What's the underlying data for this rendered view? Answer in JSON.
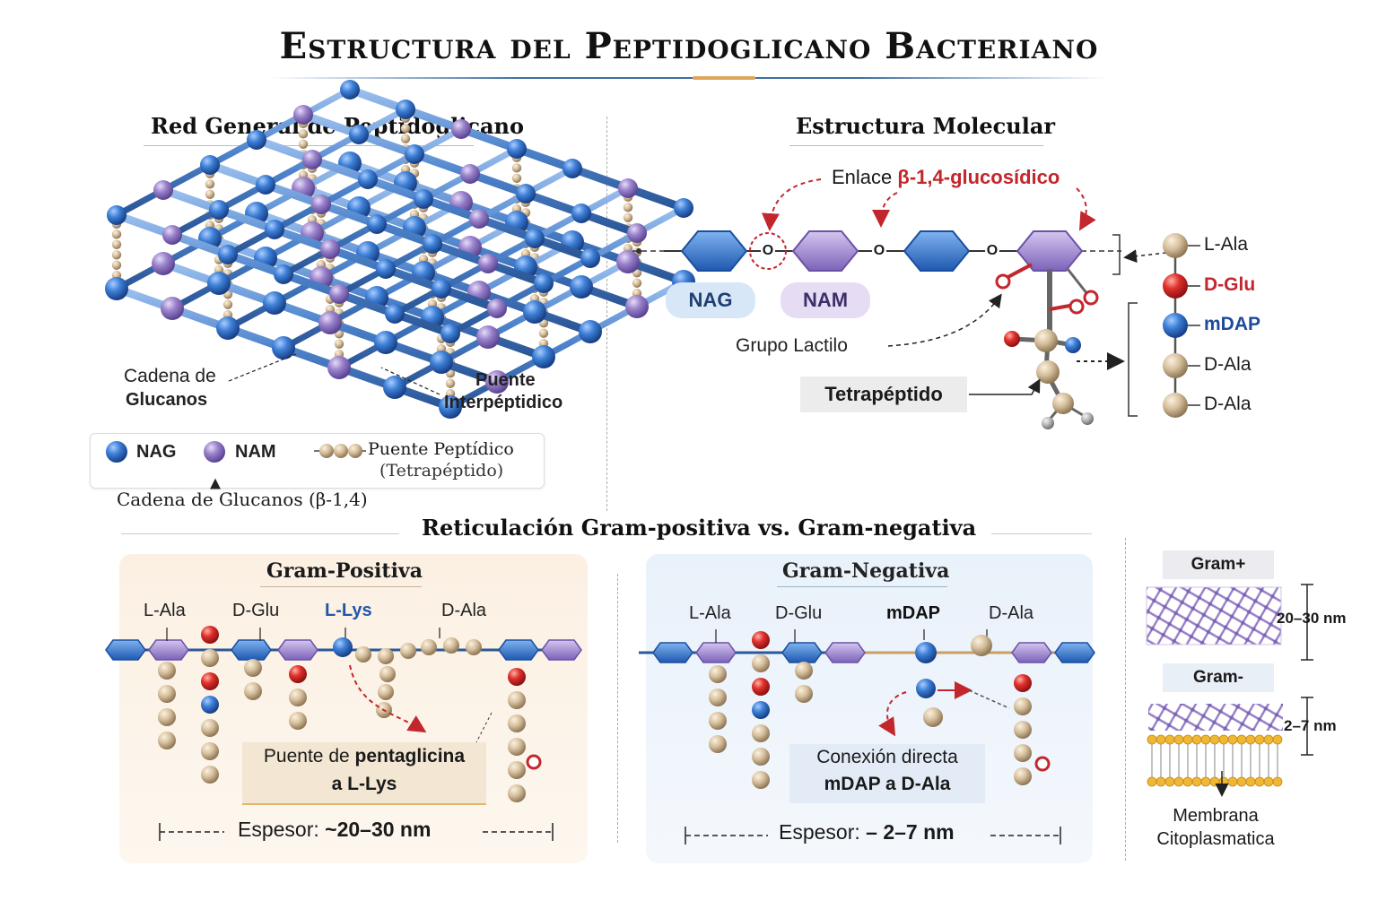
{
  "title": "Estructura del Peptidoglicano Bacteriano",
  "network": {
    "title": "Red General de Peptidoglicano",
    "label_glycan_1": "Cadena de",
    "label_glycan_2": "Glucanos",
    "label_bridge_1": "Puente",
    "label_bridge_2": "Interpéptidico",
    "legend": {
      "nag": "NAG",
      "nam": "NAM",
      "bridge_1": "Puente Peptídico",
      "bridge_2": "(Tetrapéptido)",
      "caption": "Cadena de Glucanos (β-1,4)"
    }
  },
  "molecular": {
    "title": "Estructura Molecular",
    "bond_prefix": "Enlace",
    "bond_name": "β-1,4-glucosídico",
    "nag": "NAG",
    "nam": "NAM",
    "lactyl": "Grupo Lactilo",
    "tetrapeptide": "Tetrapéptido",
    "o_symbol": "O",
    "chain": [
      {
        "label": "L-Ala",
        "color": "#d9c3a2"
      },
      {
        "label": "D-Glu",
        "color": "#d92b2b"
      },
      {
        "label": "mDAP",
        "color": "#2f64c4"
      },
      {
        "label": "D-Ala",
        "color": "#d9c3a2"
      },
      {
        "label": "D-Ala",
        "color": "#d9c3a2"
      }
    ]
  },
  "crosslink": {
    "title": "Reticulación Gram-positiva vs. Gram-negativa",
    "gram_pos": {
      "title": "Gram-Positiva",
      "labels": [
        "L-Ala",
        "D-Glu",
        "L-Lys",
        "D-Ala"
      ],
      "box_1a": "Puente de",
      "box_1b": "pentaglicina",
      "box_2": "a L-Lys",
      "thickness_prefix": "Espesor:",
      "thickness_value": "~20–30 nm"
    },
    "gram_neg": {
      "title": "Gram-Negativa",
      "labels": [
        "L-Ala",
        "D-Glu",
        "mDAP",
        "D-Ala"
      ],
      "box_1": "Conexión directa",
      "box_2": "mDAP a D-Ala",
      "thickness_prefix": "Espesor:",
      "thickness_value": "– 2–7 nm"
    }
  },
  "wall_compare": {
    "gram_pos": "Gram+",
    "gram_pos_thickness": "20–30 nm",
    "gram_neg": "Gram-",
    "gram_neg_thickness": "2–7 nm",
    "membrane_1": "Membrana",
    "membrane_2": "Citoplasmatica"
  },
  "colors": {
    "nag": "#2f6fc6",
    "nam": "#8e75c2",
    "peptide": "#d9c3a2",
    "acid": "#d92b2b",
    "accent_red": "#c2272d",
    "gram_pos_panel": "#fbf1e4",
    "gram_neg_panel": "#eef4fb"
  },
  "icons": [
    "nag-sphere-icon",
    "nam-sphere-icon",
    "peptide-bead-icon",
    "hexagon-sugar-icon"
  ]
}
